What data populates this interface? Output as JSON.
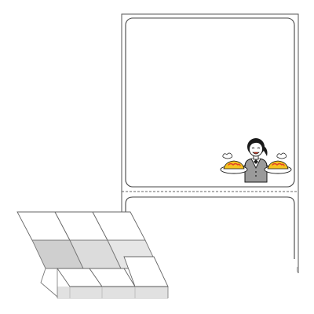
{
  "product": {
    "kind": "fanfold-label-sheet",
    "labels_shown": 2,
    "perforation": "dashed",
    "corner_style": "rounded"
  },
  "illustration": {
    "subject": "server-holding-two-omelette-rice-plates",
    "icon": "waiter-icon"
  },
  "stack": {
    "icon": "fanfold-stack-icon"
  },
  "colors": {
    "outline": "#555555",
    "label_border": "#444444",
    "omelette": "#f5c320",
    "ketchup": "#e2412b",
    "vest": "#8d8d8d",
    "hair": "#1a1a1a"
  }
}
